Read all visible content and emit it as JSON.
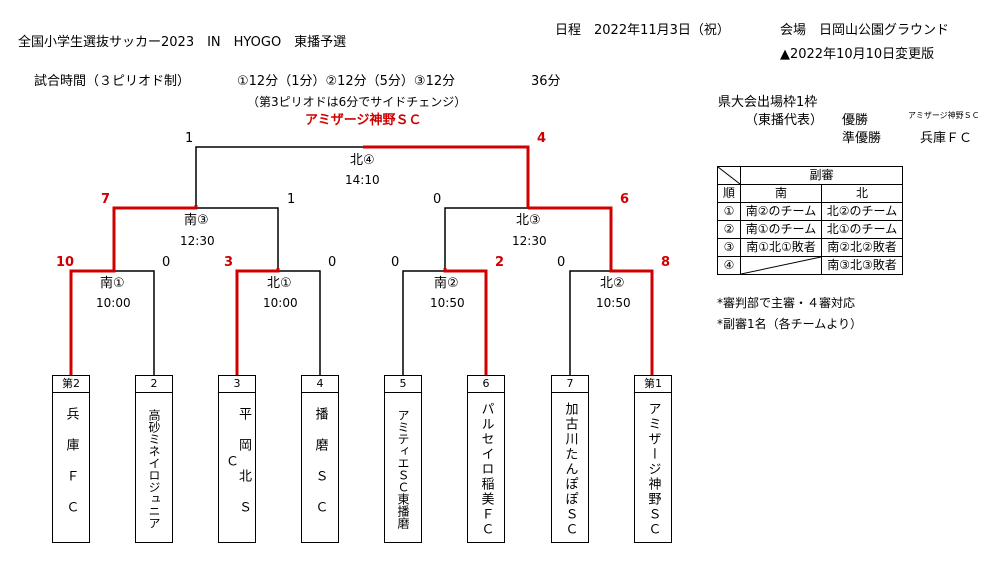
{
  "header": {
    "title": "全国小学生選抜サッカー2023　IN　HYOGO　東播予選",
    "schedule": "日程　2022年11月3日（祝）",
    "venue": "会場　日岡山公園グラウンド",
    "revision": "▲2022年10月10日変更版",
    "match_time_label": "試合時間（３ピリオド制）",
    "match_time_periods": "①12分（1分）②12分（5分）③12分",
    "match_time_total": "36分",
    "side_change_note": "（第3ピリオドは6分でサイドチェンジ）"
  },
  "champion_label": "アミザージ神野ＳＣ",
  "prefectural": {
    "heading": "県大会出場枠1枠",
    "sub": "（東播代表）",
    "winner_label": "優勝",
    "winner_team": "アミザージ神野ＳＣ",
    "runner_label": "準優勝",
    "runner_team": "兵庫ＦＣ"
  },
  "matches": {
    "final": {
      "name": "北④",
      "time": "14:10",
      "score_left": "1",
      "score_right": "4"
    },
    "semi_south": {
      "name": "南③",
      "time": "12:30",
      "score_left": "7",
      "score_right": "1"
    },
    "semi_north": {
      "name": "北③",
      "time": "12:30",
      "score_left": "0",
      "score_right": "6"
    },
    "r1_s1": {
      "name": "南①",
      "time": "10:00",
      "score_left": "10",
      "score_right": "0"
    },
    "r1_n1": {
      "name": "北①",
      "time": "10:00",
      "score_left": "3",
      "score_right": "0"
    },
    "r1_s2": {
      "name": "南②",
      "time": "10:50",
      "score_left": "0",
      "score_right": "2"
    },
    "r1_n2": {
      "name": "北②",
      "time": "10:50",
      "score_left": "0",
      "score_right": "8"
    }
  },
  "teams": [
    {
      "seed": "第2",
      "name": "兵庫ＦＣ"
    },
    {
      "seed": "2",
      "name": "高砂ミネイロジュニア"
    },
    {
      "seed": "3",
      "name": "平岡北ＳＣ"
    },
    {
      "seed": "4",
      "name": "播磨ＳＣ"
    },
    {
      "seed": "5",
      "name": "アミティエＳＣ東播磨"
    },
    {
      "seed": "6",
      "name": "パルセイロ稲美ＦＣ"
    },
    {
      "seed": "7",
      "name": "加古川たんぽぽＳＣ"
    },
    {
      "seed": "第1",
      "name": "アミザージ神野ＳＣ"
    }
  ],
  "referee": {
    "title": "副審",
    "col_order": "順",
    "col_south": "南",
    "col_north": "北",
    "rows": [
      {
        "no": "①",
        "south": "南②のチーム",
        "north": "北②のチーム"
      },
      {
        "no": "②",
        "south": "南①のチーム",
        "north": "北①のチーム"
      },
      {
        "no": "③",
        "south": "南①北①敗者",
        "north": "南②北②敗者"
      },
      {
        "no": "④",
        "south": "",
        "north": "南③北③敗者"
      }
    ],
    "note1": "*審判部で主審・４審対応",
    "note2": "*副審1名（各チームより）"
  },
  "colors": {
    "winner_line": "#d00000",
    "line": "#000000"
  }
}
